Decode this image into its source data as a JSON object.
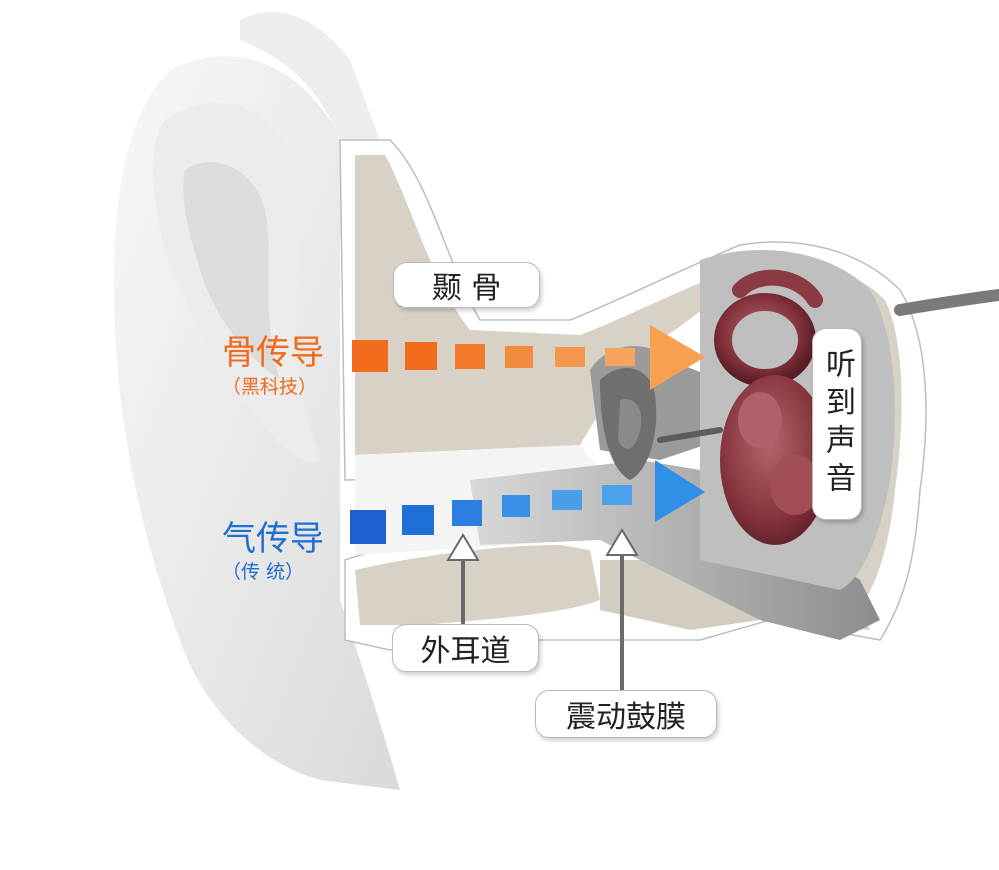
{
  "labels": {
    "temporal_bone": "颞 骨",
    "bone_conduction": "骨传导",
    "bone_conduction_note": "（黑科技）",
    "air_conduction": "气传导",
    "air_conduction_note": "（传 统）",
    "ear_canal": "外耳道",
    "eardrum": "震动鼓膜",
    "hear_sound": "听到声音"
  },
  "colors": {
    "bone_conduction": "#f26a1b",
    "air_conduction": "#1f6fd1",
    "bone_texture": "#d8d2c6",
    "cochlea": "#8b3a44"
  }
}
